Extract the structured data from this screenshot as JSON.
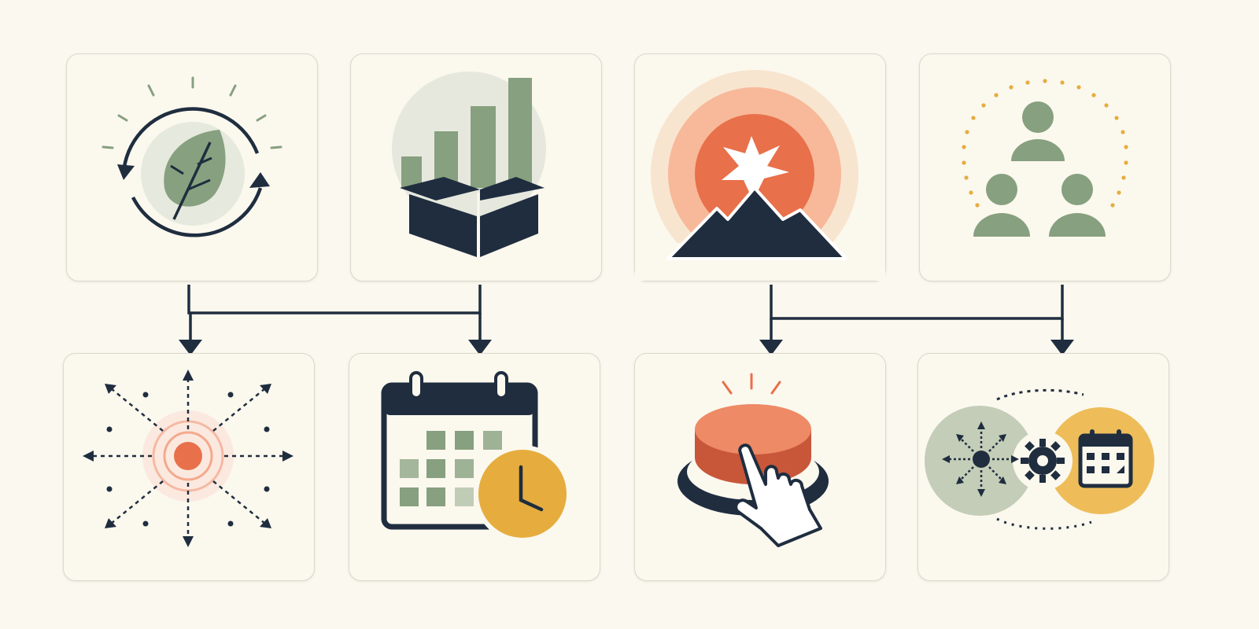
{
  "diagram": {
    "title": "",
    "colors": {
      "navy": "#1f2d3f",
      "sage": "#87a07f",
      "coral": "#e8704a",
      "peach": "#f7b99a",
      "mustard": "#e6ad3e",
      "background": "#fbf8ef",
      "card": "#fbf8ee",
      "border": "#dcd8cc"
    },
    "cards": [
      {
        "id": "renewal",
        "icon": "leaf-cycle-icon"
      },
      {
        "id": "growth",
        "icon": "box-growth-chart-icon"
      },
      {
        "id": "peak",
        "icon": "mountain-sunrise-icon"
      },
      {
        "id": "team",
        "icon": "team-network-icon"
      },
      {
        "id": "expansion",
        "icon": "radiating-target-icon"
      },
      {
        "id": "schedule",
        "icon": "calendar-clock-icon"
      },
      {
        "id": "action",
        "icon": "push-button-icon"
      },
      {
        "id": "automation",
        "icon": "gear-calendar-cycle-icon"
      }
    ],
    "links": [
      {
        "from": "renewal",
        "to": "expansion"
      },
      {
        "from": "growth",
        "to": "schedule"
      },
      {
        "from": "peak",
        "to": "action"
      },
      {
        "from": "team",
        "to": "automation"
      }
    ]
  }
}
